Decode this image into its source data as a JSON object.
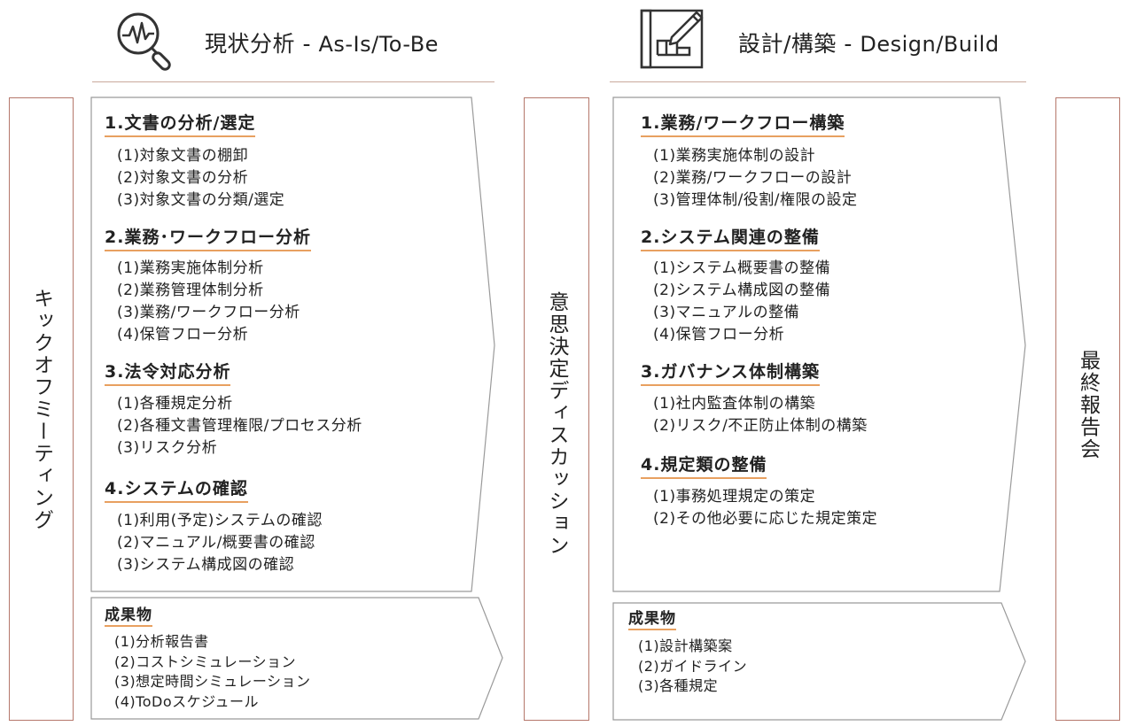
{
  "phases": [
    {
      "title_ja": "現状分析",
      "title_en": "As-Is/To-Be",
      "icon": "analysis-magnifier-icon"
    },
    {
      "title_ja": "設計/構築",
      "title_en": "Design/Build",
      "icon": "blueprint-pencil-icon"
    }
  ],
  "separator": " - ",
  "side_boxes": {
    "kickoff": "キックオフミーティング",
    "decision": "意思決定ディスカッション",
    "final_report": "最終報告会"
  },
  "analysis": {
    "sections": [
      {
        "title": "1.文書の分析/選定",
        "items": [
          "(1)対象文書の棚卸",
          "(2)対象文書の分析",
          "(3)対象文書の分類/選定"
        ]
      },
      {
        "title": "2.業務･ワークフロー分析",
        "items": [
          "(1)業務実施体制分析",
          "(2)業務管理体制分析",
          "(3)業務/ワークフロー分析",
          "(4)保管フロー分析"
        ]
      },
      {
        "title": "3.法令対応分析",
        "items": [
          "(1)各種規定分析",
          "(2)各種文書管理権限/プロセス分析",
          "(3)リスク分析"
        ]
      },
      {
        "title": "4.システムの確認",
        "items": [
          "(1)利用(予定)システムの確認",
          "(2)マニュアル/概要書の確認",
          "(3)システム構成図の確認"
        ]
      }
    ],
    "deliverables": {
      "title": "成果物",
      "items": [
        "(1)分析報告書",
        "(2)コストシミュレーション",
        "(3)想定時間シミュレーション",
        "(4)ToDoスケジュール"
      ]
    }
  },
  "design": {
    "sections": [
      {
        "title": "1.業務/ワークフロー構築",
        "items": [
          "(1)業務実施体制の設計",
          "(2)業務/ワークフローの設計",
          "(3)管理体制/役割/権限の設定"
        ]
      },
      {
        "title": "2.システム関連の整備",
        "items": [
          "(1)システム概要書の整備",
          "(2)システム構成図の整備",
          "(3)マニュアルの整備",
          "(4)保管フロー分析"
        ]
      },
      {
        "title": "3.ガバナンス体制構築",
        "items": [
          "(1)社内監査体制の構築",
          "(2)リスク/不正防止体制の構築"
        ]
      },
      {
        "title": "4.規定類の整備",
        "items": [
          "(1)事務処理規定の策定",
          "(2)その他必要に応じた規定策定"
        ]
      }
    ],
    "deliverables": {
      "title": "成果物",
      "items": [
        "(1)設計構築案",
        "(2)ガイドライン",
        "(3)各種規定"
      ]
    }
  },
  "colors": {
    "accent_underline": "#e8a060",
    "side_border": "#b5776b",
    "frame_border": "#9a9a9a",
    "rule": "#c9a99c"
  }
}
